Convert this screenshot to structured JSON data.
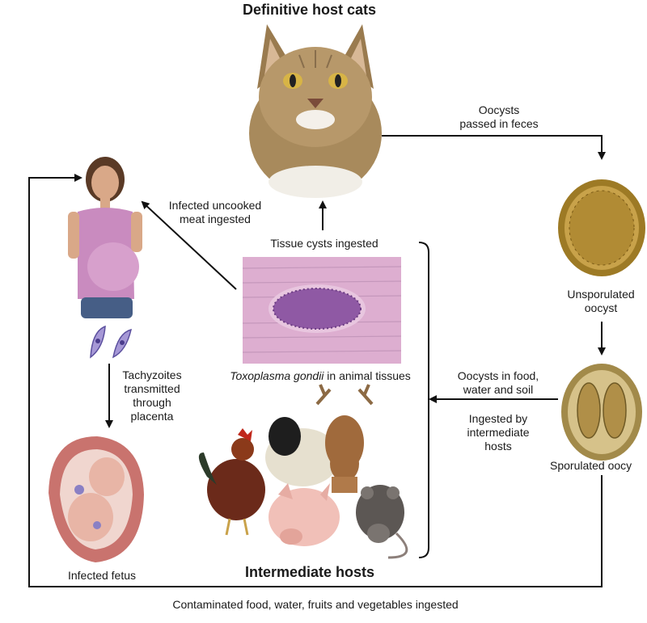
{
  "titles": {
    "definitive": "Definitive host cats",
    "intermediate": "Intermediate hosts"
  },
  "labels": {
    "oocysts_passed_1": "Oocysts",
    "oocysts_passed_2": "passed in feces",
    "unsporulated_1": "Unsporulated",
    "unsporulated_2": "oocyst",
    "sporulated": "Sporulated oocy",
    "infected_meat_1": "Infected uncooked",
    "infected_meat_2": "meat ingested",
    "tissue_cysts": "Tissue cysts ingested",
    "toxo_italic": "Toxoplasma gondii",
    "toxo_rest": " in animal tissues",
    "oocysts_food_1": "Oocysts in food,",
    "oocysts_food_2": "water and soil",
    "ingested_by_1": "Ingested by",
    "ingested_by_2": "intermediate",
    "ingested_by_3": "hosts",
    "tachy_1": "Tachyzoites",
    "tachy_2": "transmitted",
    "tachy_3": "through",
    "tachy_4": "placenta",
    "fetus": "Infected fetus",
    "contaminated": "Contaminated food, water, fruits and vegetables ingested"
  },
  "illustrations": [
    "cat",
    "pregnant-woman",
    "tachyzoites",
    "fetus",
    "muscle-tissue-cyst",
    "unsporulated-oocyst",
    "sporulated-oocyst",
    "rooster",
    "sheep",
    "deer",
    "pig",
    "rat"
  ]
}
